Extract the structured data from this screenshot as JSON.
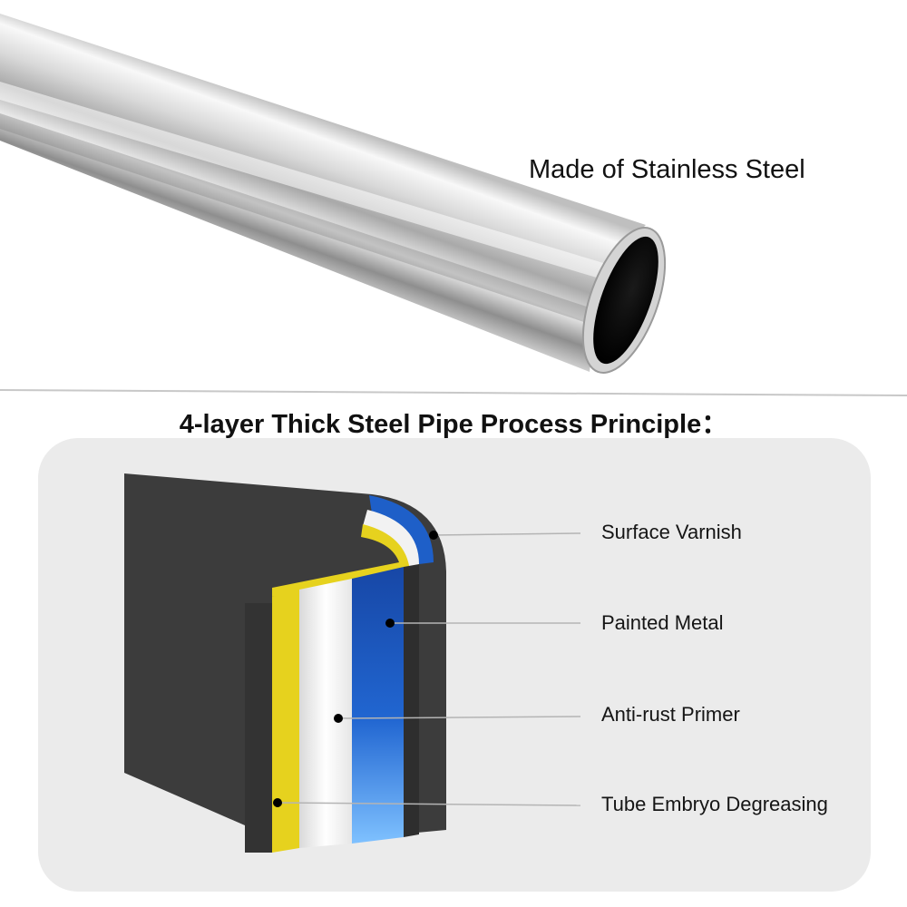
{
  "headline": "Made of Stainless Steel",
  "section_title": "4-layer Thick Steel Pipe Process Principle：",
  "layers": [
    {
      "label": "Surface Varnish"
    },
    {
      "label": "Painted Metal"
    },
    {
      "label": "Anti-rust Primer"
    },
    {
      "label": "Tube Embryo Degreasing"
    }
  ],
  "colors": {
    "panel": "#ebebeb",
    "outer_shell": "#3c3c3c",
    "blue_layer": "#1e5fc8",
    "white_layer": "#f2f2f2",
    "yellow_layer": "#e6d21e",
    "leader_line": "#b4b4b4"
  }
}
